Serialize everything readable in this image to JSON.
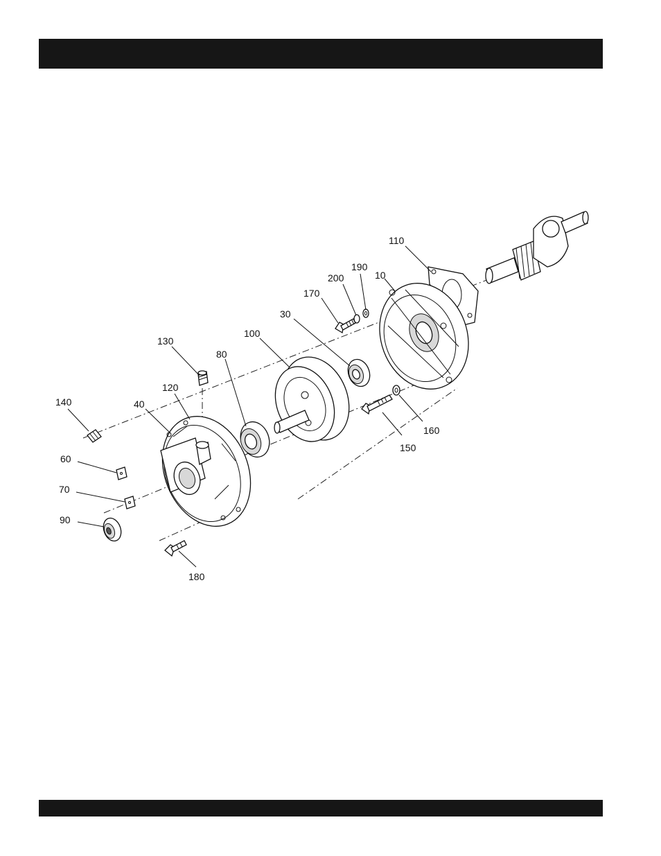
{
  "header": {
    "title": ""
  },
  "footer": {
    "text": ""
  },
  "diagram": {
    "callouts": [
      {
        "id": "c110",
        "label": "110"
      },
      {
        "id": "c190",
        "label": "190"
      },
      {
        "id": "c200",
        "label": "200"
      },
      {
        "id": "c10",
        "label": "10"
      },
      {
        "id": "c170",
        "label": "170"
      },
      {
        "id": "c30",
        "label": "30"
      },
      {
        "id": "c100",
        "label": "100"
      },
      {
        "id": "c130",
        "label": "130"
      },
      {
        "id": "c80",
        "label": "80"
      },
      {
        "id": "c120",
        "label": "120"
      },
      {
        "id": "c40",
        "label": "40"
      },
      {
        "id": "c140",
        "label": "140"
      },
      {
        "id": "c60",
        "label": "60"
      },
      {
        "id": "c70",
        "label": "70"
      },
      {
        "id": "c90",
        "label": "90"
      },
      {
        "id": "c160",
        "label": "160"
      },
      {
        "id": "c150",
        "label": "150"
      },
      {
        "id": "c180",
        "label": "180"
      }
    ]
  }
}
